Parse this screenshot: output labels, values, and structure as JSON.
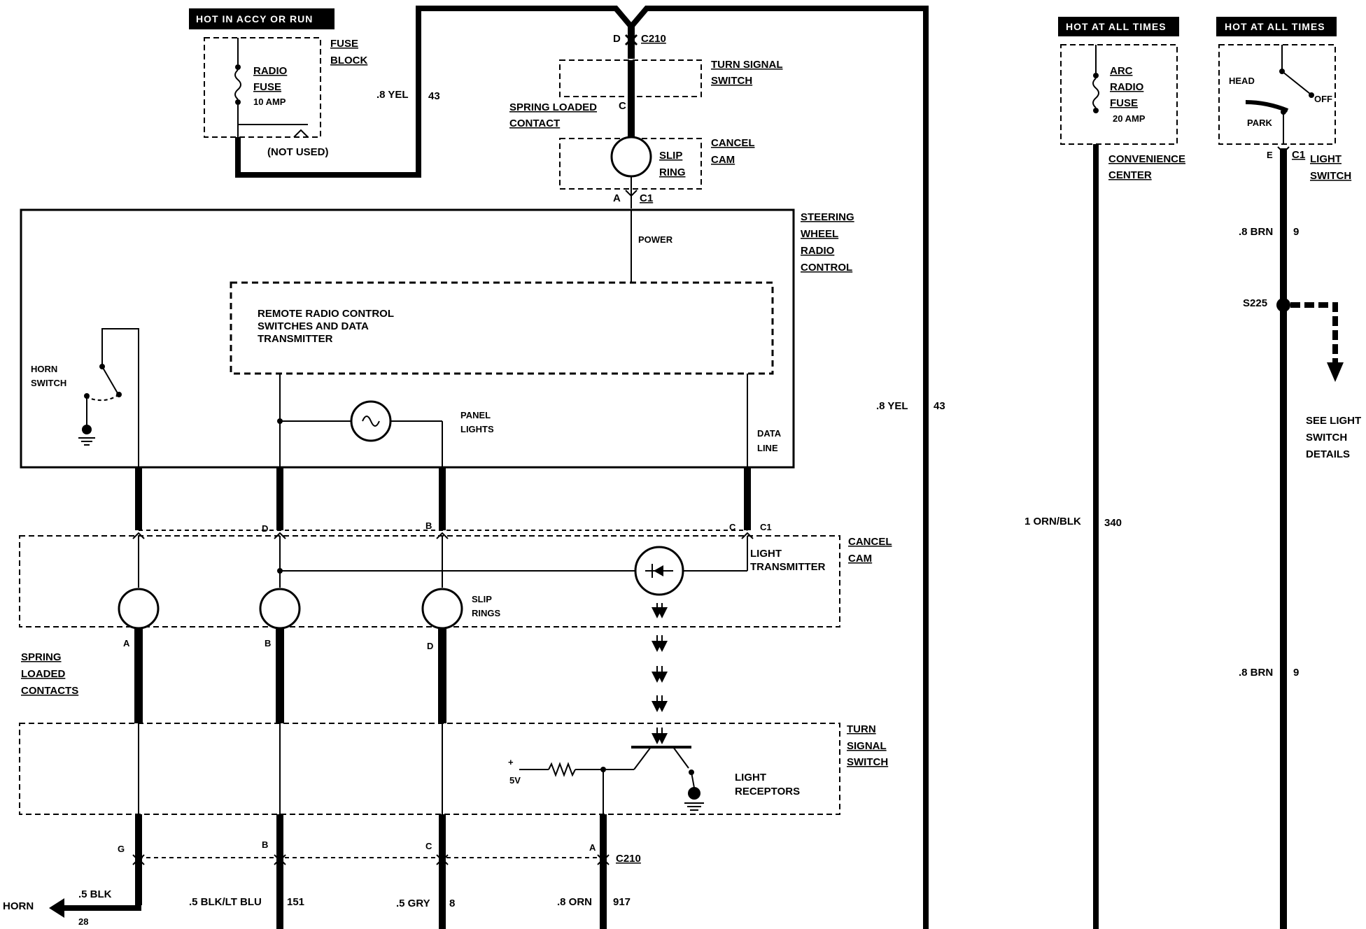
{
  "power_headers": {
    "accy_run": "HOT IN ACCY OR RUN",
    "all_times_1": "HOT AT ALL TIMES",
    "all_times_2": "HOT AT ALL TIMES"
  },
  "fuse_block": {
    "title_1": "FUSE",
    "title_2": "BLOCK",
    "fuse_1": "RADIO",
    "fuse_2": "FUSE",
    "rating": "10 AMP",
    "not_used": "(NOT USED)"
  },
  "arc_fuse": {
    "line_1": "ARC",
    "line_2": "RADIO",
    "line_3": "FUSE",
    "rating": "20 AMP"
  },
  "convenience_center": {
    "line_1": "CONVENIENCE",
    "line_2": "CENTER"
  },
  "light_switch": {
    "head": "HEAD",
    "off": "OFF",
    "park": "PARK",
    "pin": "E",
    "conn": "C1",
    "title_1": "LIGHT",
    "title_2": "SWITCH"
  },
  "top_connector": {
    "pin_d": "D",
    "name": "C210",
    "pin_c": "C",
    "pin_a": "A",
    "c1": "C1"
  },
  "upper_turn_signal_switch": {
    "line_1": "TURN SIGNAL",
    "line_2": "SWITCH"
  },
  "spring_loaded_contact": {
    "line_1": "SPRING LOADED",
    "line_2": "CONTACT"
  },
  "slip_ring": {
    "line_1": "SLIP",
    "line_2": "RING"
  },
  "upper_cancel_cam": {
    "line_1": "CANCEL",
    "line_2": "CAM"
  },
  "steering_wheel_control": {
    "line_1": "STEERING",
    "line_2": "WHEEL",
    "line_3": "RADIO",
    "line_4": "CONTROL",
    "power": "POWER",
    "remote_1": "REMOTE RADIO CONTROL",
    "remote_2": "SWITCHES AND DATA",
    "remote_3": "TRANSMITTER",
    "horn_1": "HORN",
    "horn_2": "SWITCH",
    "panel_1": "PANEL",
    "panel_2": "LIGHTS",
    "data_1": "DATA",
    "data_2": "LINE"
  },
  "c1_connector": {
    "pin_d": "D",
    "pin_b": "B",
    "pin_c": "C",
    "name": "C1"
  },
  "lower_cancel_cam": {
    "light_1": "LIGHT",
    "light_2": "TRANSMITTER",
    "cancel_1": "CANCEL",
    "cancel_2": "CAM",
    "slip_1": "SLIP",
    "slip_2": "RINGS",
    "pin_a": "A",
    "pin_b": "B",
    "pin_d": "D"
  },
  "spring_loaded_contacts": {
    "line_1": "SPRING",
    "line_2": "LOADED",
    "line_3": "CONTACTS"
  },
  "lower_turn_signal_switch": {
    "line_1": "TURN",
    "line_2": "SIGNAL",
    "line_3": "SWITCH",
    "plus": "+",
    "volts": "5V",
    "receptors_1": "LIGHT",
    "receptors_2": "RECEPTORS"
  },
  "bottom_connector": {
    "pin_g": "G",
    "pin_b": "B",
    "pin_c": "C",
    "pin_a": "A",
    "name": "C210"
  },
  "wires": {
    "yel_top": {
      "gauge": ".8 YEL",
      "circuit": "43"
    },
    "yel_right": {
      "gauge": ".8 YEL",
      "circuit": "43"
    },
    "orn_blk": {
      "gauge": "1 ORN/BLK",
      "circuit": "340"
    },
    "brn_top": {
      "gauge": ".8 BRN",
      "circuit": "9"
    },
    "brn_bottom": {
      "gauge": ".8 BRN",
      "circuit": "9"
    },
    "blk": {
      "gauge": ".5 BLK",
      "circuit": "28"
    },
    "blk_ltblu": {
      "gauge": ".5 BLK/LT BLU",
      "circuit": "151"
    },
    "gry": {
      "gauge": ".5 GRY",
      "circuit": "8"
    },
    "orn": {
      "gauge": ".8 ORN",
      "circuit": "917"
    }
  },
  "horn_label": "HORN",
  "splice": "S225",
  "see_light_switch": {
    "line_1": "SEE LIGHT",
    "line_2": "SWITCH",
    "line_3": "DETAILS"
  }
}
